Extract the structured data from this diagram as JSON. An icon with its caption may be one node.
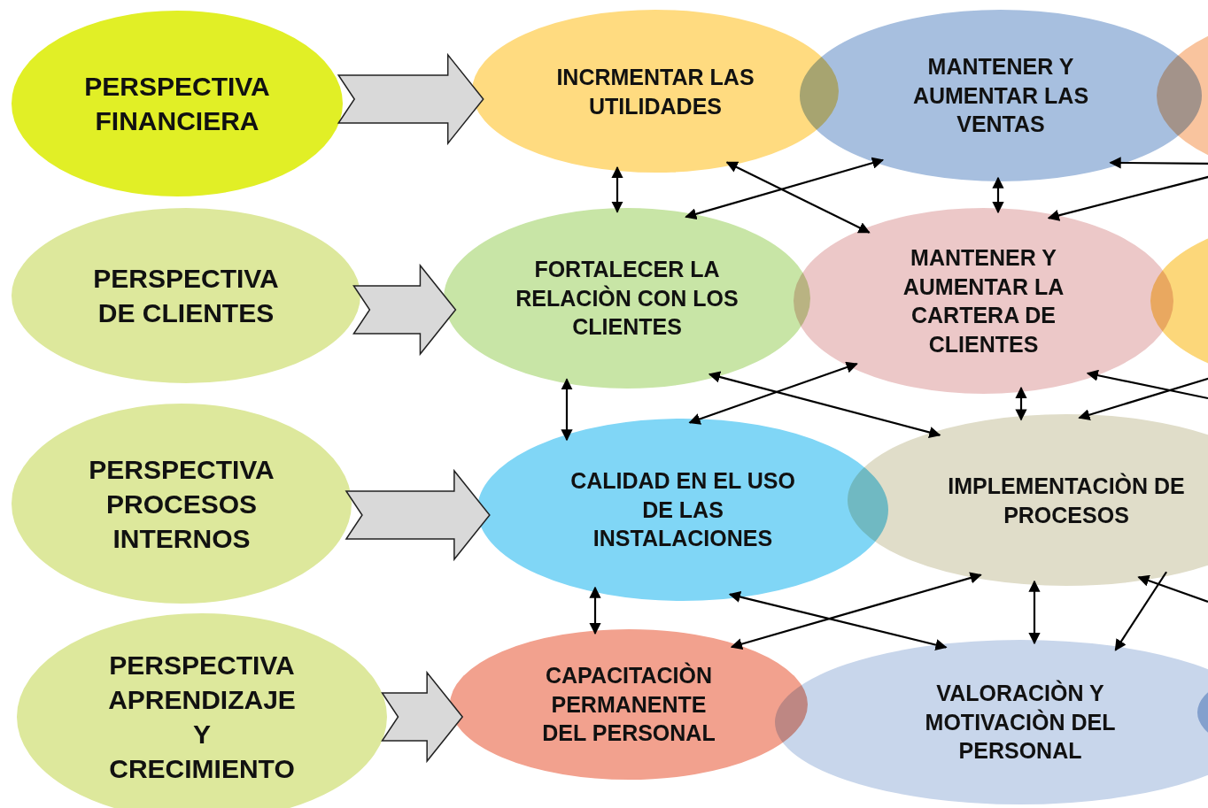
{
  "diagram": {
    "nodes": [
      {
        "text": [
          "PERSPECTIVA FINANCIERA"
        ]
      },
      {
        "text": [
          "INCRMENTAR LAS UTILIDADES"
        ]
      },
      {
        "text": [
          "MANTENER Y AUMENTAR LAS VENTAS"
        ]
      },
      {
        "text": [],
        "shape": "ellipse"
      },
      {
        "text": [
          "PERSPECTIVA DE CLIENTES"
        ]
      },
      {
        "text": [
          "FORTALECER LA RELACIÒN CON LOS CLIENTES"
        ]
      },
      {
        "text": [
          "MANTENER Y AUMENTAR LA CARTERA DE CLIENTES"
        ]
      },
      {
        "text": [],
        "shape": "ellipse"
      },
      {
        "text": [
          "PERSPECTIVA PROCESOS INTERNOS"
        ]
      },
      {
        "text": [
          "CALIDAD EN EL USO DE LAS INSTALACIONES"
        ]
      },
      {
        "text": [
          "IMPLEMENTACIÒN DE PROCESOS"
        ]
      },
      {
        "text": [
          "PERSPECTIVA APRENDIZAJE Y CRECIMIENTO"
        ]
      },
      {
        "text": [
          "CAPACITACIÒN PERMANENTE DEL PERSONAL"
        ]
      },
      {
        "text": [
          "VALORACIÒN Y MOTIVACIÒN DEL PERSONAL"
        ]
      },
      {
        "text": [],
        "shape": "ellipse"
      }
    ],
    "edges": [
      {
        "from": 0,
        "to": 1,
        "arrow": "to",
        "style": "thick"
      },
      {
        "from": 4,
        "to": 5,
        "arrow": "to",
        "style": "thick"
      },
      {
        "from": 8,
        "to": 9,
        "arrow": "to",
        "style": "thick"
      },
      {
        "from": 11,
        "to": 12,
        "arrow": "to",
        "style": "thick"
      },
      {
        "from": 1,
        "to": 5,
        "arrow": "both"
      },
      {
        "from": 5,
        "to": 9,
        "arrow": "both"
      },
      {
        "from": 9,
        "to": 12,
        "arrow": "both"
      },
      {
        "from": 2,
        "to": 6,
        "arrow": "both"
      },
      {
        "from": 6,
        "to": 10,
        "arrow": "both"
      },
      {
        "from": 10,
        "to": 13,
        "arrow": "both"
      },
      {
        "from": 1,
        "to": 6,
        "arrow": "both"
      },
      {
        "from": 5,
        "to": 2,
        "arrow": "both"
      },
      {
        "from": 5,
        "to": 10,
        "arrow": "both"
      },
      {
        "from": 9,
        "to": 6,
        "arrow": "both"
      },
      {
        "from": 9,
        "to": 13,
        "arrow": "both"
      },
      {
        "from": 12,
        "to": 10,
        "arrow": "both"
      },
      {
        "from": 3,
        "to": 2,
        "arrow": "to"
      },
      {
        "from": 3,
        "to": 6,
        "arrow": "to"
      },
      {
        "from": null,
        "to": 6,
        "arrow": "to"
      },
      {
        "from": 7,
        "to": 10,
        "arrow": "to"
      },
      {
        "from": null,
        "to": 10,
        "arrow": "to"
      },
      {
        "from": 10,
        "to": 13,
        "arrow": "to"
      }
    ]
  }
}
